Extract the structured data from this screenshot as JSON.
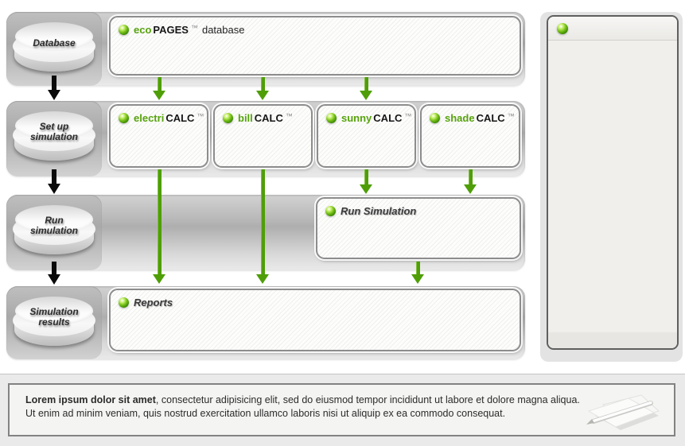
{
  "flow": {
    "steps": [
      {
        "label_lines": [
          "Database"
        ]
      },
      {
        "label_lines": [
          "Set up",
          "simulation"
        ]
      },
      {
        "label_lines": [
          "Run",
          "simulation"
        ]
      },
      {
        "label_lines": [
          "Simulation",
          "results"
        ]
      }
    ],
    "eco_box": {
      "icon": "green-sphere-icon",
      "prefix": "eco",
      "brand": "PAGES",
      "tm": "™",
      "suffix": "database"
    },
    "calc_boxes": [
      {
        "icon": "green-sphere-icon",
        "prefix": "electri",
        "brand": "CALC",
        "tm": "™"
      },
      {
        "icon": "green-sphere-icon",
        "prefix": "bill",
        "brand": "CALC",
        "tm": "™"
      },
      {
        "icon": "green-sphere-icon",
        "prefix": "sunny",
        "brand": "CALC",
        "tm": "™"
      },
      {
        "icon": "green-sphere-icon",
        "prefix": "shade",
        "brand": "CALC",
        "tm": "™"
      }
    ],
    "run_box": {
      "icon": "green-sphere-icon",
      "label": "Run Simulation"
    },
    "reports_box": {
      "icon": "green-sphere-icon",
      "label": "Reports"
    }
  },
  "side_panel": {
    "icon": "green-sphere-icon"
  },
  "footer_note": {
    "lead_bold": "Lorem ipsum dolor sit amet",
    "line1_rest": ", consectetur adipisicing elit, sed do eiusmod tempor incididunt ut labore et dolore magna aliqua.",
    "line2": "Ut enim ad minim veniam, quis nostrud exercitation ullamco laboris nisi ut aliquip ex ea commodo consequat.",
    "icon": "paper-pen-icon"
  },
  "colors": {
    "accent_green": "#57a30d",
    "arrow_green": "#4f9e08",
    "arrow_black": "#0a0a0a"
  }
}
